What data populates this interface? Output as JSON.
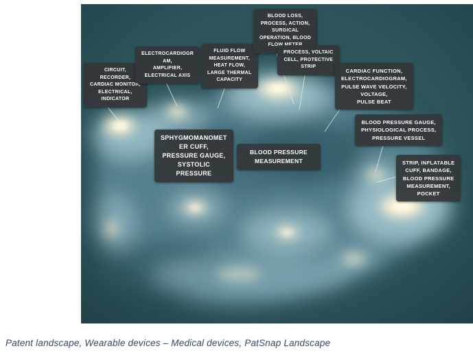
{
  "figure": {
    "caption": "Patent landscape, Wearable devices – Medical devices, PatSnap Landscape"
  },
  "chart_data": {
    "type": "heatmap",
    "variant": "3d-patent-landscape-terrain",
    "title": "",
    "legend": "none",
    "colors": {
      "canvas_background": "#2d545b",
      "terrain_base": "#54808e",
      "terrain_shadow": "#35606c",
      "terrain_highlight": "#9ec2cb",
      "peak": "#f4edd0",
      "label_background": "#34383a",
      "label_text": "#ffffff"
    },
    "clusters": [
      {
        "label": "CIRCUIT, RECORDER, CARDIAC MONITOR, ELECTRICAL, INDICATOR",
        "display": "CIRCUIT,\nRECORDER,\nCARDIAC MONITOR,\nELECTRICAL,\nINDICATOR",
        "peak_intensity": "high"
      },
      {
        "label": "ELECTROCARDIOGRAM, AMPLIFIER, ELECTRICAL AXIS",
        "display": "ELECTROCARDIOGR\nAM,\nAMPLIFIER,\nELECTRICAL AXIS",
        "peak_intensity": "medium"
      },
      {
        "label": "FLUID FLOW MEASUREMENT, HEAT FLOW, LARGE THERMAL CAPACITY",
        "display": "FLUID FLOW\nMEASUREMENT,\nHEAT FLOW,\nLARGE THERMAL\nCAPACITY",
        "peak_intensity": "high"
      },
      {
        "label": "BLOOD LOSS, PROCESS, ACTION, SURGICAL OPERATION, BLOOD FLOW METER",
        "display": "BLOOD LOSS,\nPROCESS, ACTION,\nSURGICAL\nOPERATION, BLOOD\nFLOW METER",
        "peak_intensity": "medium"
      },
      {
        "label": "PROCESS, VOLTAIC CELL, PROTECTIVE STRIP",
        "display": "PROCESS, VOLTAIC\nCELL, PROTECTIVE\nSTRIP",
        "peak_intensity": "medium"
      },
      {
        "label": "CARDIAC FUNCTION, ELECTROCARDIOGRAM, PULSE WAVE VELOCITY, VOLTAGE, PULSE BEAT",
        "display": "CARDIAC FUNCTION,\nELECTROCARDIOGRAM,\nPULSE WAVE VELOCITY,\nVOLTAGE,\nPULSE BEAT",
        "peak_intensity": "medium"
      },
      {
        "label": "BLOOD PRESSURE GAUGE, PHYSIOLOGICAL PROCESS, PRESSURE VESSEL",
        "display": "BLOOD PRESSURE GAUGE,\nPHYSIOLOGICAL PROCESS,\nPRESSURE VESSEL",
        "peak_intensity": "medium"
      },
      {
        "label": "STRIP, INFLATABLE CUFF, BANDAGE, BLOOD PRESSURE MEASUREMENT, POCKET",
        "display": "STRIP, INFLATABLE\nCUFF, BANDAGE,\nBLOOD PRESSURE\nMEASUREMENT,\nPOCKET",
        "peak_intensity": "high"
      },
      {
        "label": "SPHYGMOMANOMETER CUFF, PRESSURE GAUGE, SYSTOLIC PRESSURE",
        "display": "SPHYGMOMANOMET\nER CUFF,\nPRESSURE GAUGE,\nSYSTOLIC\nPRESSURE",
        "peak_intensity": "medium"
      },
      {
        "label": "BLOOD PRESSURE MEASUREMENT",
        "display": "BLOOD PRESSURE\nMEASUREMENT",
        "peak_intensity": "medium"
      }
    ]
  }
}
